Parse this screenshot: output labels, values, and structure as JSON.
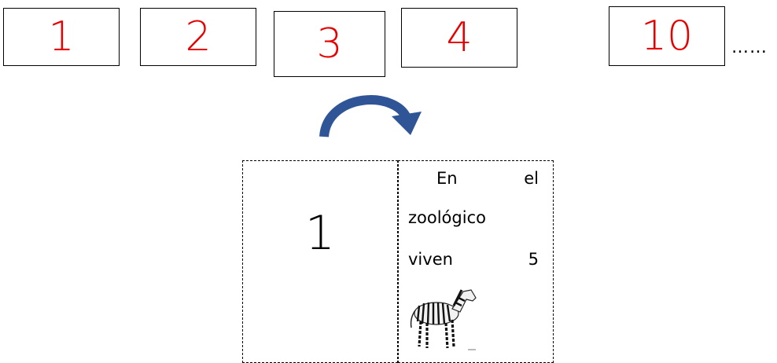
{
  "boxes": [
    {
      "label": "1"
    },
    {
      "label": "2"
    },
    {
      "label": "3"
    },
    {
      "label": "4"
    },
    {
      "label": "10"
    }
  ],
  "ellipsis": "……",
  "card": {
    "number": "1",
    "text_lines": [
      [
        "En",
        "el"
      ],
      [
        "zoológico"
      ],
      [
        "viven",
        "5"
      ]
    ],
    "image_icon": "zebra-icon"
  },
  "colors": {
    "number_red": "#e60000",
    "arrow_blue": "#2f5597"
  }
}
